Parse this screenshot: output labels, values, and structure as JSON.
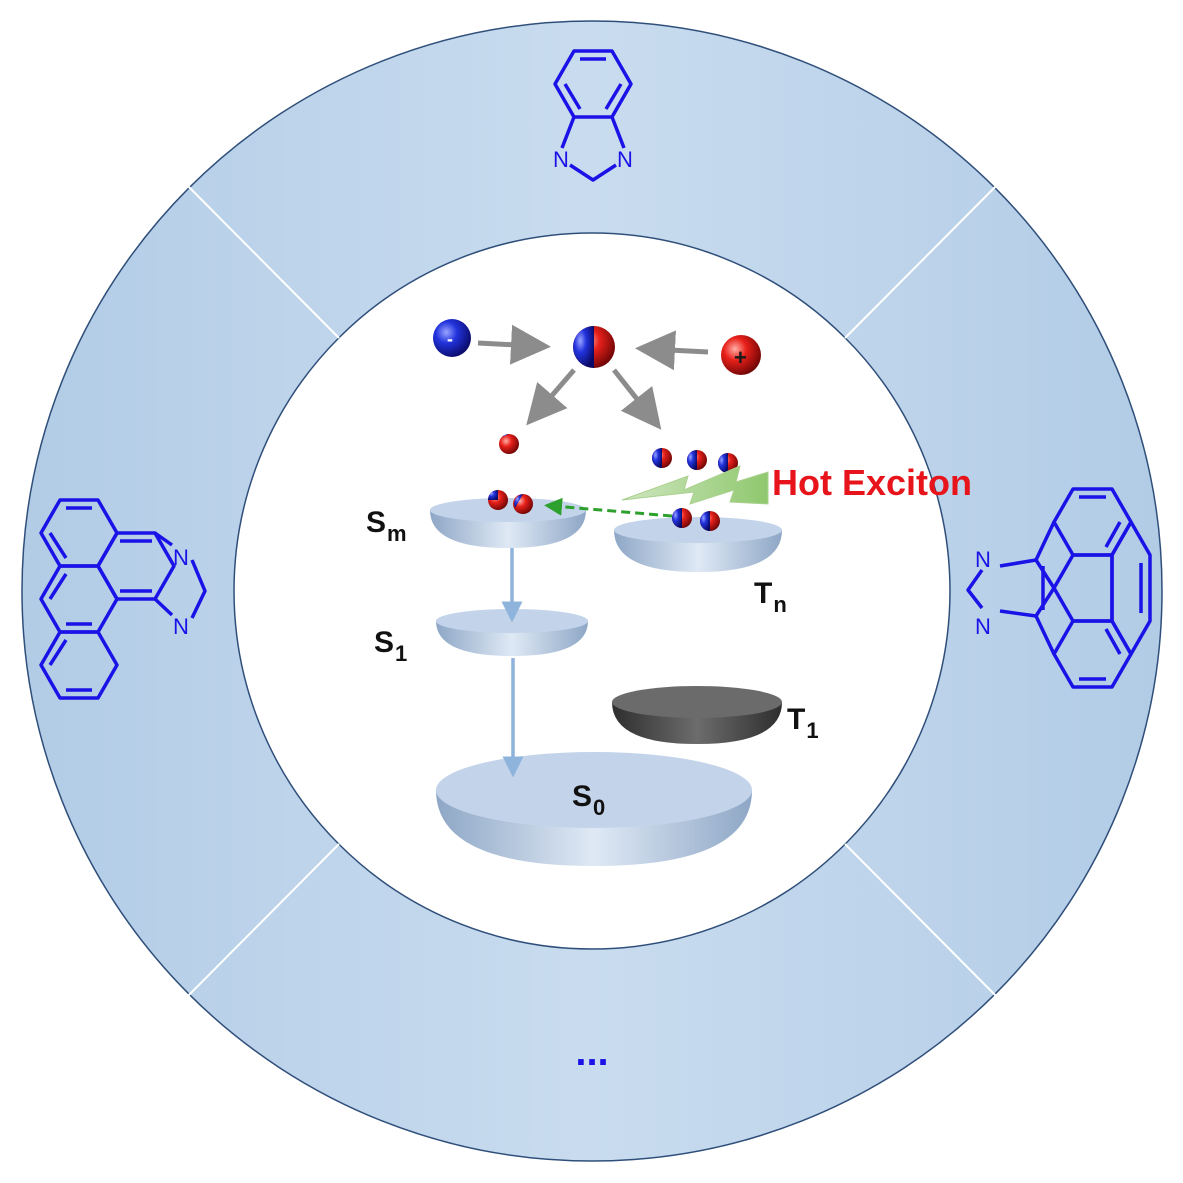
{
  "segments": {
    "top": {
      "atoms": {
        "n1": "N",
        "n2": "N"
      }
    },
    "left": {
      "atoms": {
        "n1": "N",
        "n2": "N"
      }
    },
    "right": {
      "atoms": {
        "n1": "N",
        "n2": "N"
      }
    },
    "bottom": {
      "text": "..."
    }
  },
  "diagram": {
    "charges": {
      "negative": "-",
      "positive": "+"
    },
    "hot_exciton_label": "Hot Exciton",
    "levels": {
      "sm": {
        "main": "S",
        "sub": "m"
      },
      "tn": {
        "main": "T",
        "sub": "n"
      },
      "s1": {
        "main": "S",
        "sub": "1"
      },
      "t1": {
        "main": "T",
        "sub": "1"
      },
      "s0": {
        "main": "S",
        "sub": "0"
      }
    }
  },
  "colors": {
    "ring": "#bcd3ea",
    "molecule": "#1a12e6",
    "hot_exciton": "#e8141b",
    "level_fill": "#bfd0e6",
    "t1_fill": "#5e5e5e",
    "arrow_gray": "#8c8c8c",
    "transition_arrow": "#8fb4dc"
  }
}
